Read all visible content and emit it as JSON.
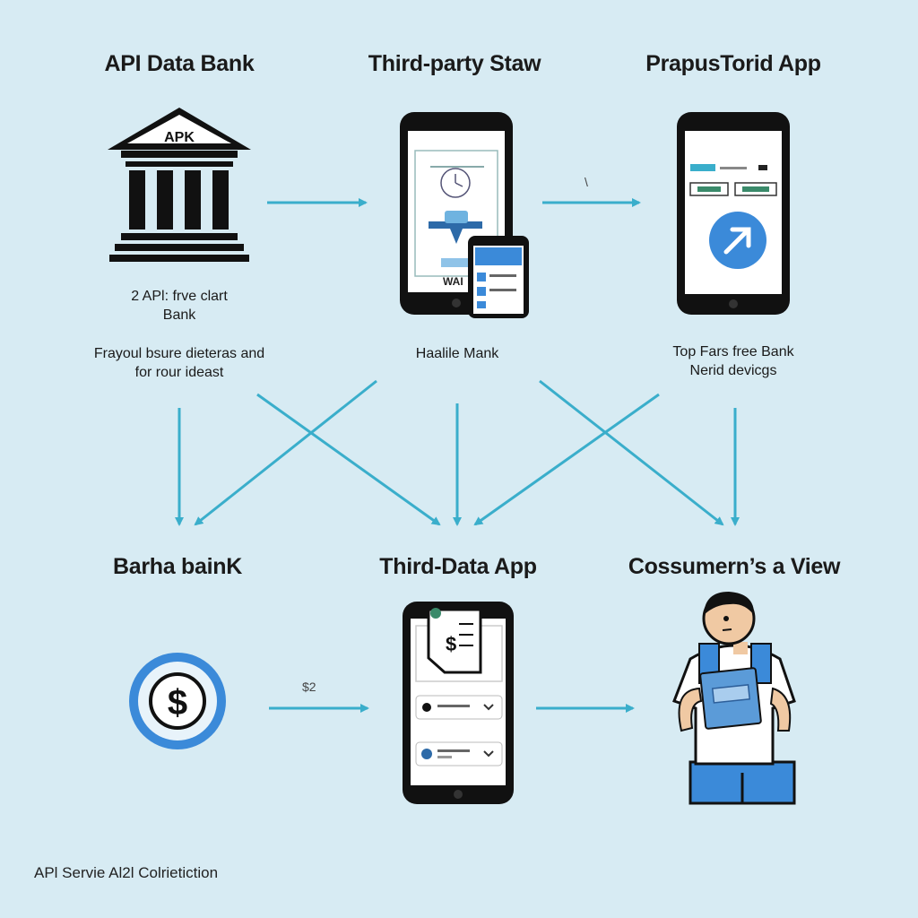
{
  "top_row": {
    "bank": {
      "title": "API Data Bank",
      "icon_label": "APK",
      "caption_line1": "2 APl: frve clart",
      "caption_line2": "Bank",
      "caption2_line1": "Frayoul bsure dieteras and",
      "caption2_line2": "for rour ideast"
    },
    "third_party": {
      "title": "Third-party Staw",
      "screen_text": "WAI",
      "caption": "Haalile Mank"
    },
    "prapus": {
      "title": "PrapusTorid App",
      "arrow_label": "\\",
      "caption_line1": "Top Fars free Bank",
      "caption_line2": "Nerid devicgs"
    }
  },
  "bottom_row": {
    "barha": {
      "title": "Barha bainK",
      "icon": "dollar-coin-icon"
    },
    "third_data": {
      "title": "Third-Data App",
      "arrow_label": "$2"
    },
    "consumer": {
      "title": "Cossumern’s a View"
    }
  },
  "footer": "APl Servie Al2l Colrietiction",
  "colors": {
    "background": "#d7ebf3",
    "arrow": "#3aaecb",
    "accent_blue": "#3b8ad9",
    "dark": "#1a1a1a"
  }
}
